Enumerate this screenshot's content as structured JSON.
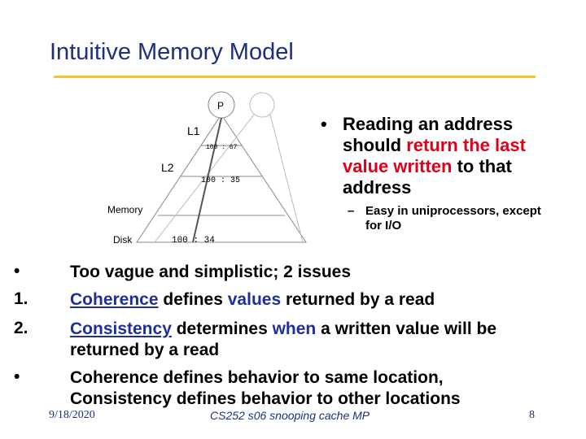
{
  "slide": {
    "title": "Intuitive Memory Model",
    "colors": {
      "title": "#1f2f7a",
      "rule": "#f4c430",
      "highlight_red": "#e0001a",
      "highlight_blue": "#1f2f9a"
    }
  },
  "diagram": {
    "processor_label": "P",
    "levels": [
      "L1",
      "L2",
      "Memory",
      "Disk"
    ],
    "values": [
      "100 : 67",
      "100 : 35",
      "100 : 34"
    ]
  },
  "right_panel": {
    "bullet": "•",
    "text_before": "Reading an address should ",
    "text_red": "return the last value written",
    "text_after": " to that address",
    "sub_dash": "–",
    "sub_text": "Easy in uniprocessors, except for I/O"
  },
  "main_list": [
    {
      "marker": "•",
      "parts": {
        "a": "Too vague and simplistic; 2 issues"
      }
    },
    {
      "marker": "1.",
      "parts": {
        "a": "Coherence",
        "b": " defines ",
        "c": "values",
        "d": " returned by a read"
      }
    },
    {
      "marker": "2.",
      "parts": {
        "a": "Consistency",
        "b": " determines ",
        "c": "when",
        "d": " a written value will be returned by a read"
      }
    },
    {
      "marker": "•",
      "parts": {
        "a": "Coherence defines behavior to same location, Consistency defines behavior to other locations"
      }
    }
  ],
  "footer": {
    "date": "9/18/2020",
    "course": "CS252 s06 snooping cache MP",
    "page": "8"
  }
}
